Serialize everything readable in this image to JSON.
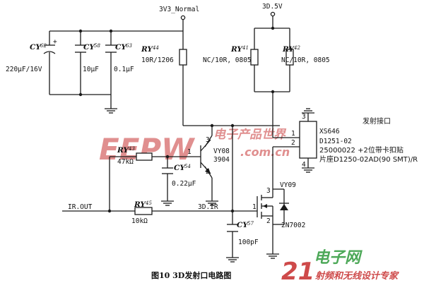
{
  "nets": {
    "vcc_3v3": "3V3_Normal",
    "vcc_3d5v": "3D.5V",
    "ir_out": "IR.OUT",
    "d3_ir": "3D.IR"
  },
  "components": {
    "cy62": {
      "ref": "CY",
      "sub": "62",
      "value": "220μF/16V"
    },
    "cy58": {
      "ref": "CY",
      "sub": "58",
      "value": "10μF"
    },
    "cy63": {
      "ref": "CY",
      "sub": "63",
      "value": "0.1μF"
    },
    "ry44": {
      "ref": "RY",
      "sub": "44",
      "value": "10R/1206"
    },
    "ry41": {
      "ref": "RY",
      "sub": "41",
      "value": "NC/10R, 0805"
    },
    "ry42": {
      "ref": "RY",
      "sub": "42",
      "value": "NC/10R, 0805"
    },
    "ry43": {
      "ref": "RY",
      "sub": "43",
      "value": "47kΩ"
    },
    "ry45": {
      "ref": "RY",
      "sub": "45",
      "value": "10kΩ"
    },
    "cy54": {
      "ref": "CY",
      "sub": "54",
      "value": "0.22μF"
    },
    "cy57": {
      "ref": "CY",
      "sub": "57",
      "value": "100pF"
    },
    "vy08": {
      "ref": "VY08",
      "value": "3904"
    },
    "vy09": {
      "ref": "VY09",
      "value": "2N7002"
    }
  },
  "connector": {
    "title": "发射接口",
    "ref": "XS646",
    "lines": [
      "D1251-02",
      "25000022 +2位带卡扣贴",
      "片座D1250-02AD(90 SMT)/R"
    ]
  },
  "pins": {
    "q_base": "1",
    "q_collector": "3",
    "q_emitter": "2",
    "conn_1": "1",
    "conn_2": "2",
    "conn_3": "3",
    "conn_4": "4",
    "m_gate": "1",
    "m_drain": "3",
    "m_source": "2"
  },
  "polarity": "+",
  "caption": "图10   3D发射口电路图",
  "watermarks": {
    "eepw": "EEPW",
    "eepw_cn": "电子产品世界",
    "eepw_url": ".com.cn",
    "site_num": "21",
    "site_cn": "电子网",
    "site_tag": "射频和无线设计专家"
  },
  "colors": {
    "line": "#1a1a1a",
    "watermark_red": "#c62b2b",
    "watermark_green": "#2f9a3c"
  }
}
